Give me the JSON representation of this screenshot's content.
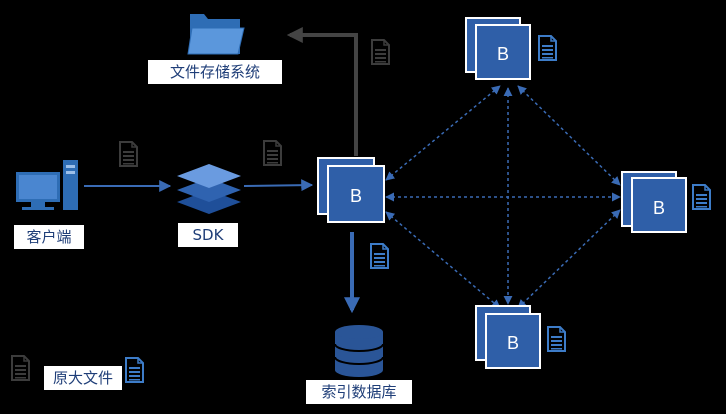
{
  "labels": {
    "file_storage": "文件存储系统",
    "client": "客户端",
    "sdk": "SDK",
    "index_db": "索引数据库",
    "legend_original": "原大文件"
  },
  "block_letter": "B",
  "colors": {
    "background": "#000000",
    "label_bg": "#ffffff",
    "label_text": "#1f3e78",
    "block_blue": "#2f5fa8",
    "block_border": "#ffffff",
    "arrow_blue": "#3a6bb5",
    "arrow_gray": "#444444",
    "doc_gray": "#3c3c3c",
    "doc_blue": "#3d7cc8",
    "folder_blue": "#2e6db5",
    "sdk_light": "#6a9be0",
    "sdk_dark": "#2f63b0",
    "db_blue": "#2a5597"
  },
  "icons": [
    "folder-icon",
    "document-icon",
    "computer-icon",
    "layers-icon",
    "database-icon"
  ]
}
